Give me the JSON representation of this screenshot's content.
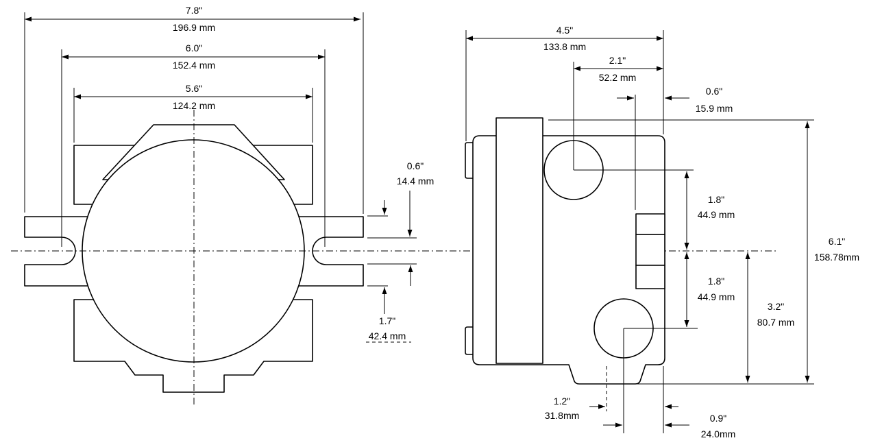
{
  "front_view": {
    "overall_width": {
      "inch": "7.8\"",
      "mm": "196.9 mm"
    },
    "slot_center_width": {
      "inch": "6.0\"",
      "mm": "152.4 mm"
    },
    "body_width": {
      "inch": "5.6\"",
      "mm": "124.2 mm"
    },
    "slot_height": {
      "inch": "0.6\"",
      "mm": "14.4 mm"
    },
    "flange_height": {
      "inch": "1.7\"",
      "mm": "42.4 mm"
    }
  },
  "side_view": {
    "overall_depth": {
      "inch": "4.5\"",
      "mm": "133.8 mm"
    },
    "port_offset": {
      "inch": "2.1\"",
      "mm": "52.2 mm"
    },
    "rear_offset": {
      "inch": "0.6\"",
      "mm": "15.9 mm"
    },
    "upper_port_height": {
      "inch": "1.8\"",
      "mm": "44.9 mm"
    },
    "lower_port_height": {
      "inch": "1.8\"",
      "mm": "44.9 mm"
    },
    "overall_height": {
      "inch": "6.1\"",
      "mm": "158.78mm"
    },
    "center_height": {
      "inch": "3.2\"",
      "mm": "80.7 mm"
    },
    "foot_offset": {
      "inch": "1.2\"",
      "mm": "31.8mm"
    },
    "lower_port_offset": {
      "inch": "0.9\"",
      "mm": "24.0mm"
    }
  }
}
